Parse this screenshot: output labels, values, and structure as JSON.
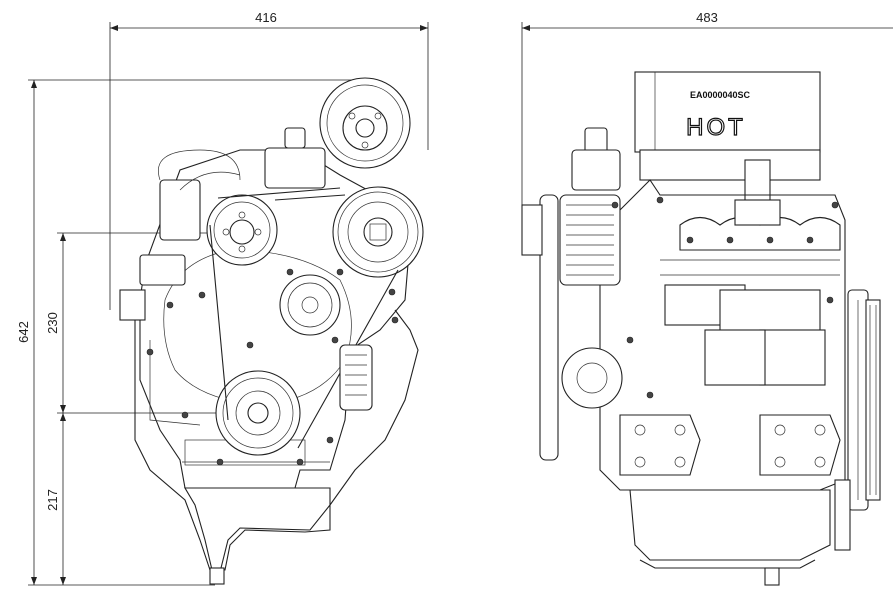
{
  "dimensions": {
    "front_width": "416",
    "side_width": "483",
    "total_height": "642",
    "crank_to_fan_height": "230",
    "base_to_crank_height": "217"
  },
  "labels": {
    "part_number": "EA0000040SC",
    "warning": "HOT"
  }
}
